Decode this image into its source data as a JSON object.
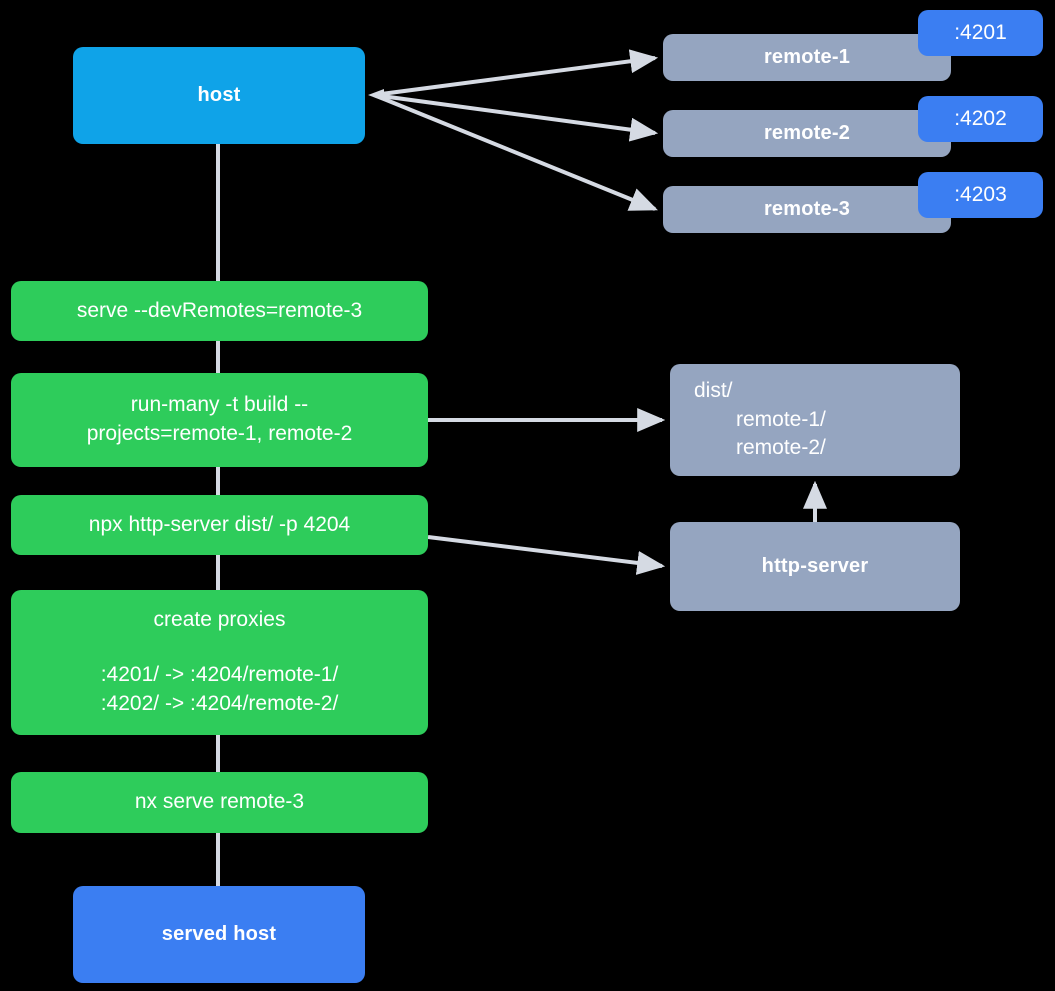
{
  "diagram": {
    "type": "flow-diagram",
    "background": "#000000",
    "colors": {
      "host": "#0fa3e8",
      "served_host": "#3b7ef2",
      "command": "#2ecc5b",
      "service": "#95a5c0",
      "port_badge": "#3b7ef2",
      "edge": "#d5dae3",
      "text": "#ffffff"
    },
    "nodes": {
      "host": {
        "label": "host"
      },
      "served_host": {
        "label": "served host"
      },
      "remotes": [
        {
          "label": "remote-1",
          "port": ":4201"
        },
        {
          "label": "remote-2",
          "port": ":4202"
        },
        {
          "label": "remote-3",
          "port": ":4203"
        }
      ],
      "commands": [
        {
          "id": "serve-dev-remotes",
          "lines": [
            "serve --devRemotes=remote-3"
          ]
        },
        {
          "id": "run-many-build",
          "lines": [
            "run-many -t build --",
            "projects=remote-1, remote-2"
          ]
        },
        {
          "id": "npx-http-server",
          "lines": [
            "npx http-server dist/ -p 4204"
          ]
        },
        {
          "id": "create-proxies",
          "title": "create proxies",
          "lines": [
            ":4201/ -> :4204/remote-1/",
            ":4202/ -> :4204/remote-2/"
          ]
        },
        {
          "id": "nx-serve-remote-3",
          "lines": [
            "nx serve remote-3"
          ]
        }
      ],
      "dist": {
        "root": "dist/",
        "children": [
          "remote-1/",
          "remote-2/"
        ]
      },
      "http_server": {
        "label": "http-server"
      }
    },
    "edges": [
      {
        "from": "host",
        "to": "remote-1",
        "style": "arrow"
      },
      {
        "from": "host",
        "to": "remote-2",
        "style": "arrow"
      },
      {
        "from": "host",
        "to": "remote-3",
        "style": "arrow"
      },
      {
        "from": "host",
        "to": "serve-dev-remotes",
        "style": "line"
      },
      {
        "from": "serve-dev-remotes",
        "to": "run-many-build",
        "style": "line"
      },
      {
        "from": "run-many-build",
        "to": "dist",
        "style": "arrow"
      },
      {
        "from": "run-many-build",
        "to": "npx-http-server",
        "style": "line"
      },
      {
        "from": "npx-http-server",
        "to": "http-server",
        "style": "arrow"
      },
      {
        "from": "http-server",
        "to": "dist",
        "style": "arrow"
      },
      {
        "from": "npx-http-server",
        "to": "create-proxies",
        "style": "line"
      },
      {
        "from": "create-proxies",
        "to": "nx-serve-remote-3",
        "style": "line"
      },
      {
        "from": "nx-serve-remote-3",
        "to": "served-host",
        "style": "line"
      }
    ]
  }
}
